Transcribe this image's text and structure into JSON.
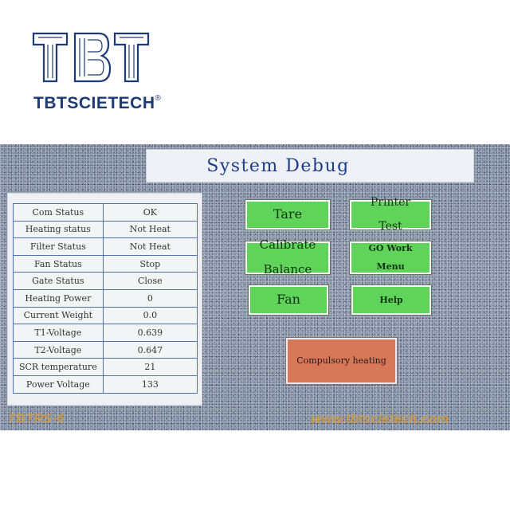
{
  "brand": {
    "letters": [
      "T",
      "B",
      "T"
    ],
    "name": "TBTSCIETECH",
    "registered_mark": "®",
    "color": "#1c3a78"
  },
  "screen": {
    "title": "System Debug",
    "status_rows": [
      {
        "label": "Com Status",
        "value": "OK"
      },
      {
        "label": "Heating status",
        "value": "Not Heat"
      },
      {
        "label": "Filter Status",
        "value": "Not Heat"
      },
      {
        "label": "Fan Status",
        "value": "Stop"
      },
      {
        "label": "Gate Status",
        "value": "Close"
      },
      {
        "label": "Heating Power",
        "value": "0"
      },
      {
        "label": "Current Weight",
        "value": "0.0"
      },
      {
        "label": "T1-Voltage",
        "value": "0.639"
      },
      {
        "label": "T2-Voltage",
        "value": "0.647"
      },
      {
        "label": "SCR temperature",
        "value": "21"
      },
      {
        "label": "Power Voltage",
        "value": "133"
      }
    ],
    "buttons": {
      "tare": "Tare",
      "printer_line1": "Printer",
      "printer_line2": "Test",
      "calibrate_line1": "Calibrate",
      "calibrate_line2": "Balance",
      "gowork_line1": "GO Work",
      "gowork_line2": "Menu",
      "fan": "Fan",
      "help": "Help",
      "compulsory_heating": "Compulsory heating"
    },
    "model_label": "TBTRS-6",
    "website": "www.tbtscietech.com",
    "colors": {
      "button_green": "#5fd35a",
      "button_orange": "#d77859",
      "title_blue": "#1e3c8c",
      "table_border": "#4d6fb6"
    }
  }
}
